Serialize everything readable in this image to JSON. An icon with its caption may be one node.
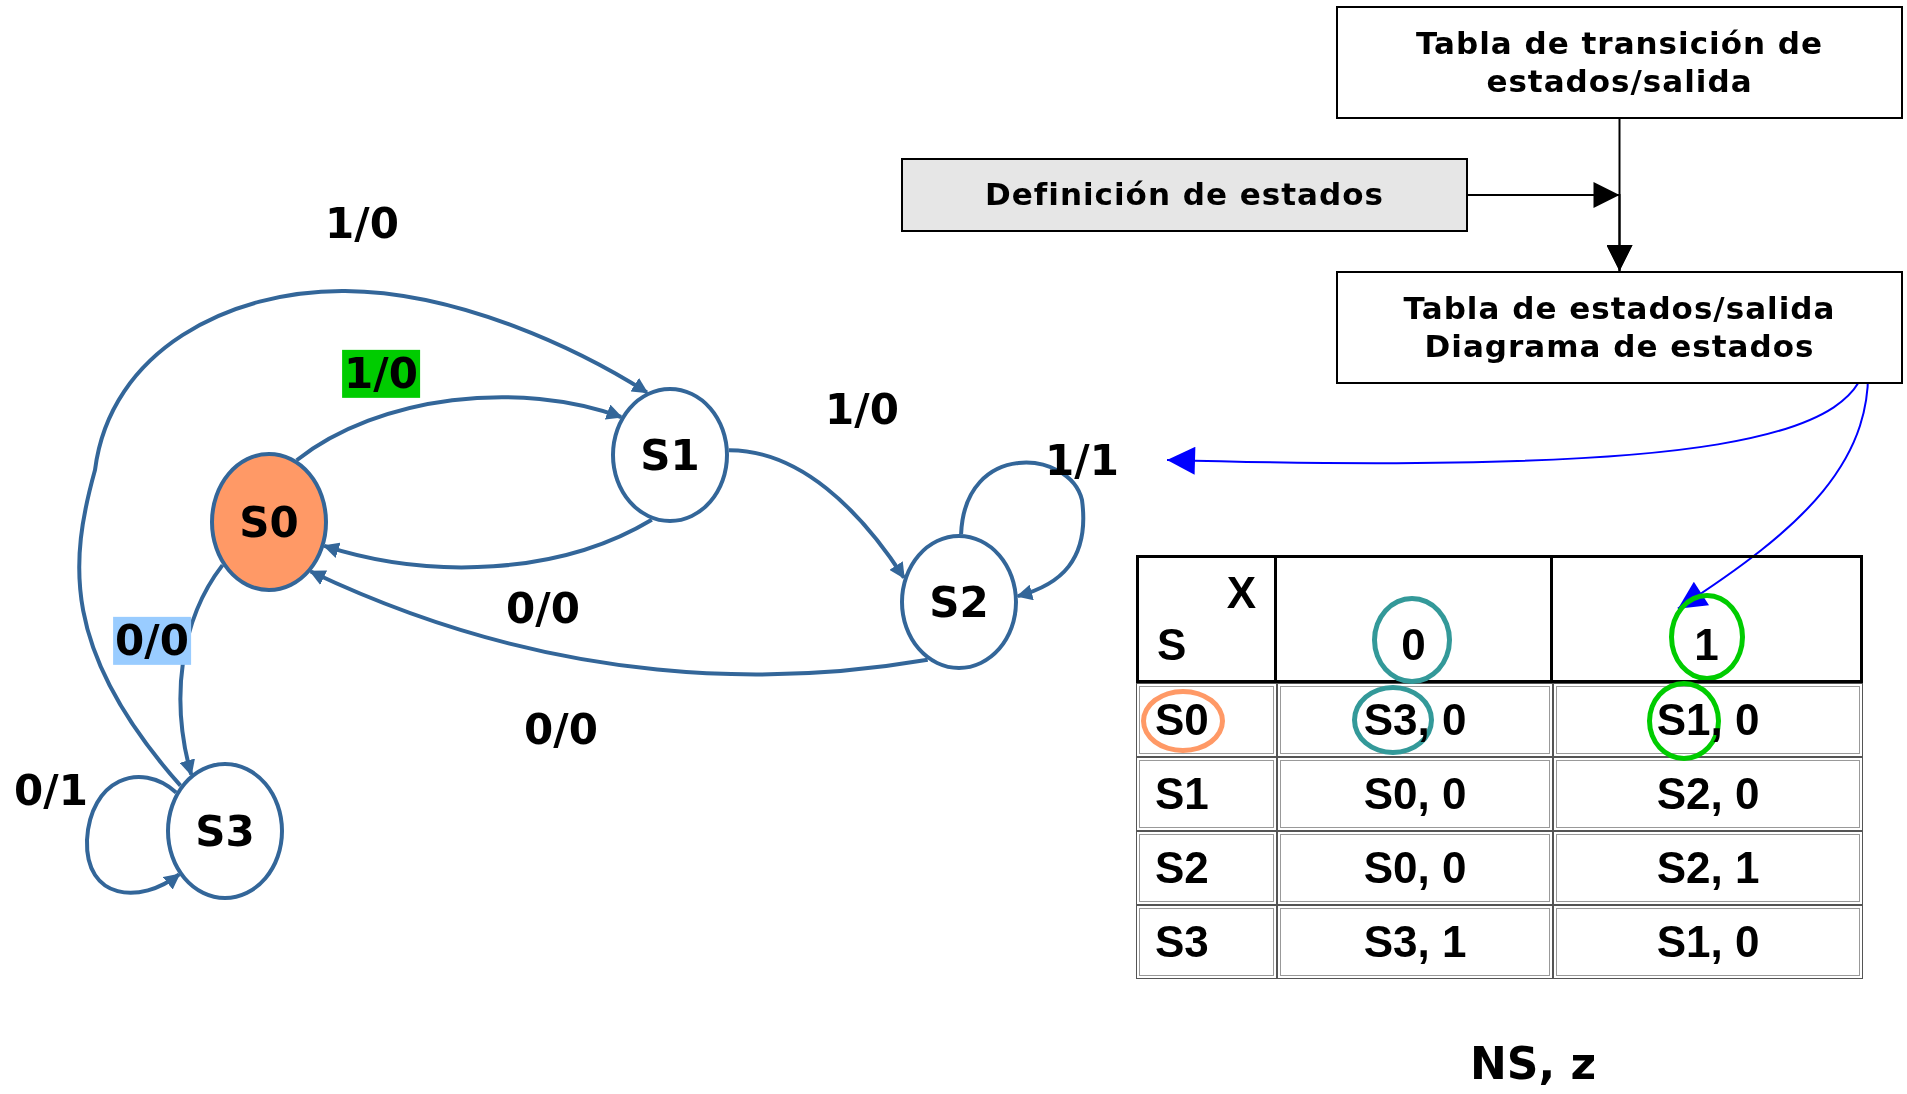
{
  "diagram": {
    "nodes": [
      {
        "text": [
          "S0"
        ]
      },
      {
        "text": [
          "S1"
        ]
      },
      {
        "text": [
          "S2"
        ]
      },
      {
        "text": [
          "S3"
        ]
      },
      {
        "text": [
          "Tabla de transición de estados/salida"
        ]
      },
      {
        "text": [
          "Definición de estados"
        ]
      },
      {
        "text": [
          "Tabla de estados/salida",
          "Diagrama de estados"
        ]
      },
      {
        "text": [],
        "shape": "circle"
      }
    ],
    "edges": [
      {
        "from": 3,
        "to": 1,
        "arrow": "to",
        "label": "1/0"
      },
      {
        "from": 0,
        "to": 1,
        "arrow": "to",
        "label": "1/0"
      },
      {
        "from": 1,
        "to": 2,
        "arrow": "to",
        "label": "1/0"
      },
      {
        "from": 2,
        "to": 2,
        "arrow": "to",
        "label": "1/1"
      },
      {
        "from": 1,
        "to": 0,
        "arrow": "to",
        "label": "0/0"
      },
      {
        "from": 0,
        "to": 3,
        "arrow": "to",
        "label": "0/0"
      },
      {
        "from": 2,
        "to": 0,
        "arrow": "to",
        "label": "0/0"
      },
      {
        "from": 3,
        "to": 3,
        "arrow": "to",
        "label": "0/1"
      },
      {
        "from": 4,
        "to": 6,
        "arrow": "to",
        "color": "#000000"
      },
      {
        "from": 5,
        "to": 6,
        "arrow": "to",
        "color": "#000000"
      },
      {
        "from": 6,
        "to": null,
        "arrow": "to",
        "color": "#0000ff"
      },
      {
        "from": 6,
        "to": 7,
        "arrow": "to",
        "color": "#0000ff"
      }
    ],
    "labels": [
      "X",
      "S",
      "0",
      "1",
      "S0",
      "S3, 0",
      "S1, 0",
      "S1",
      "S0, 0",
      "S2, 0",
      "S2",
      "S0, 0",
      "S2, 1",
      "S3",
      "S3, 1",
      "S1, 0",
      "NS, z"
    ]
  }
}
